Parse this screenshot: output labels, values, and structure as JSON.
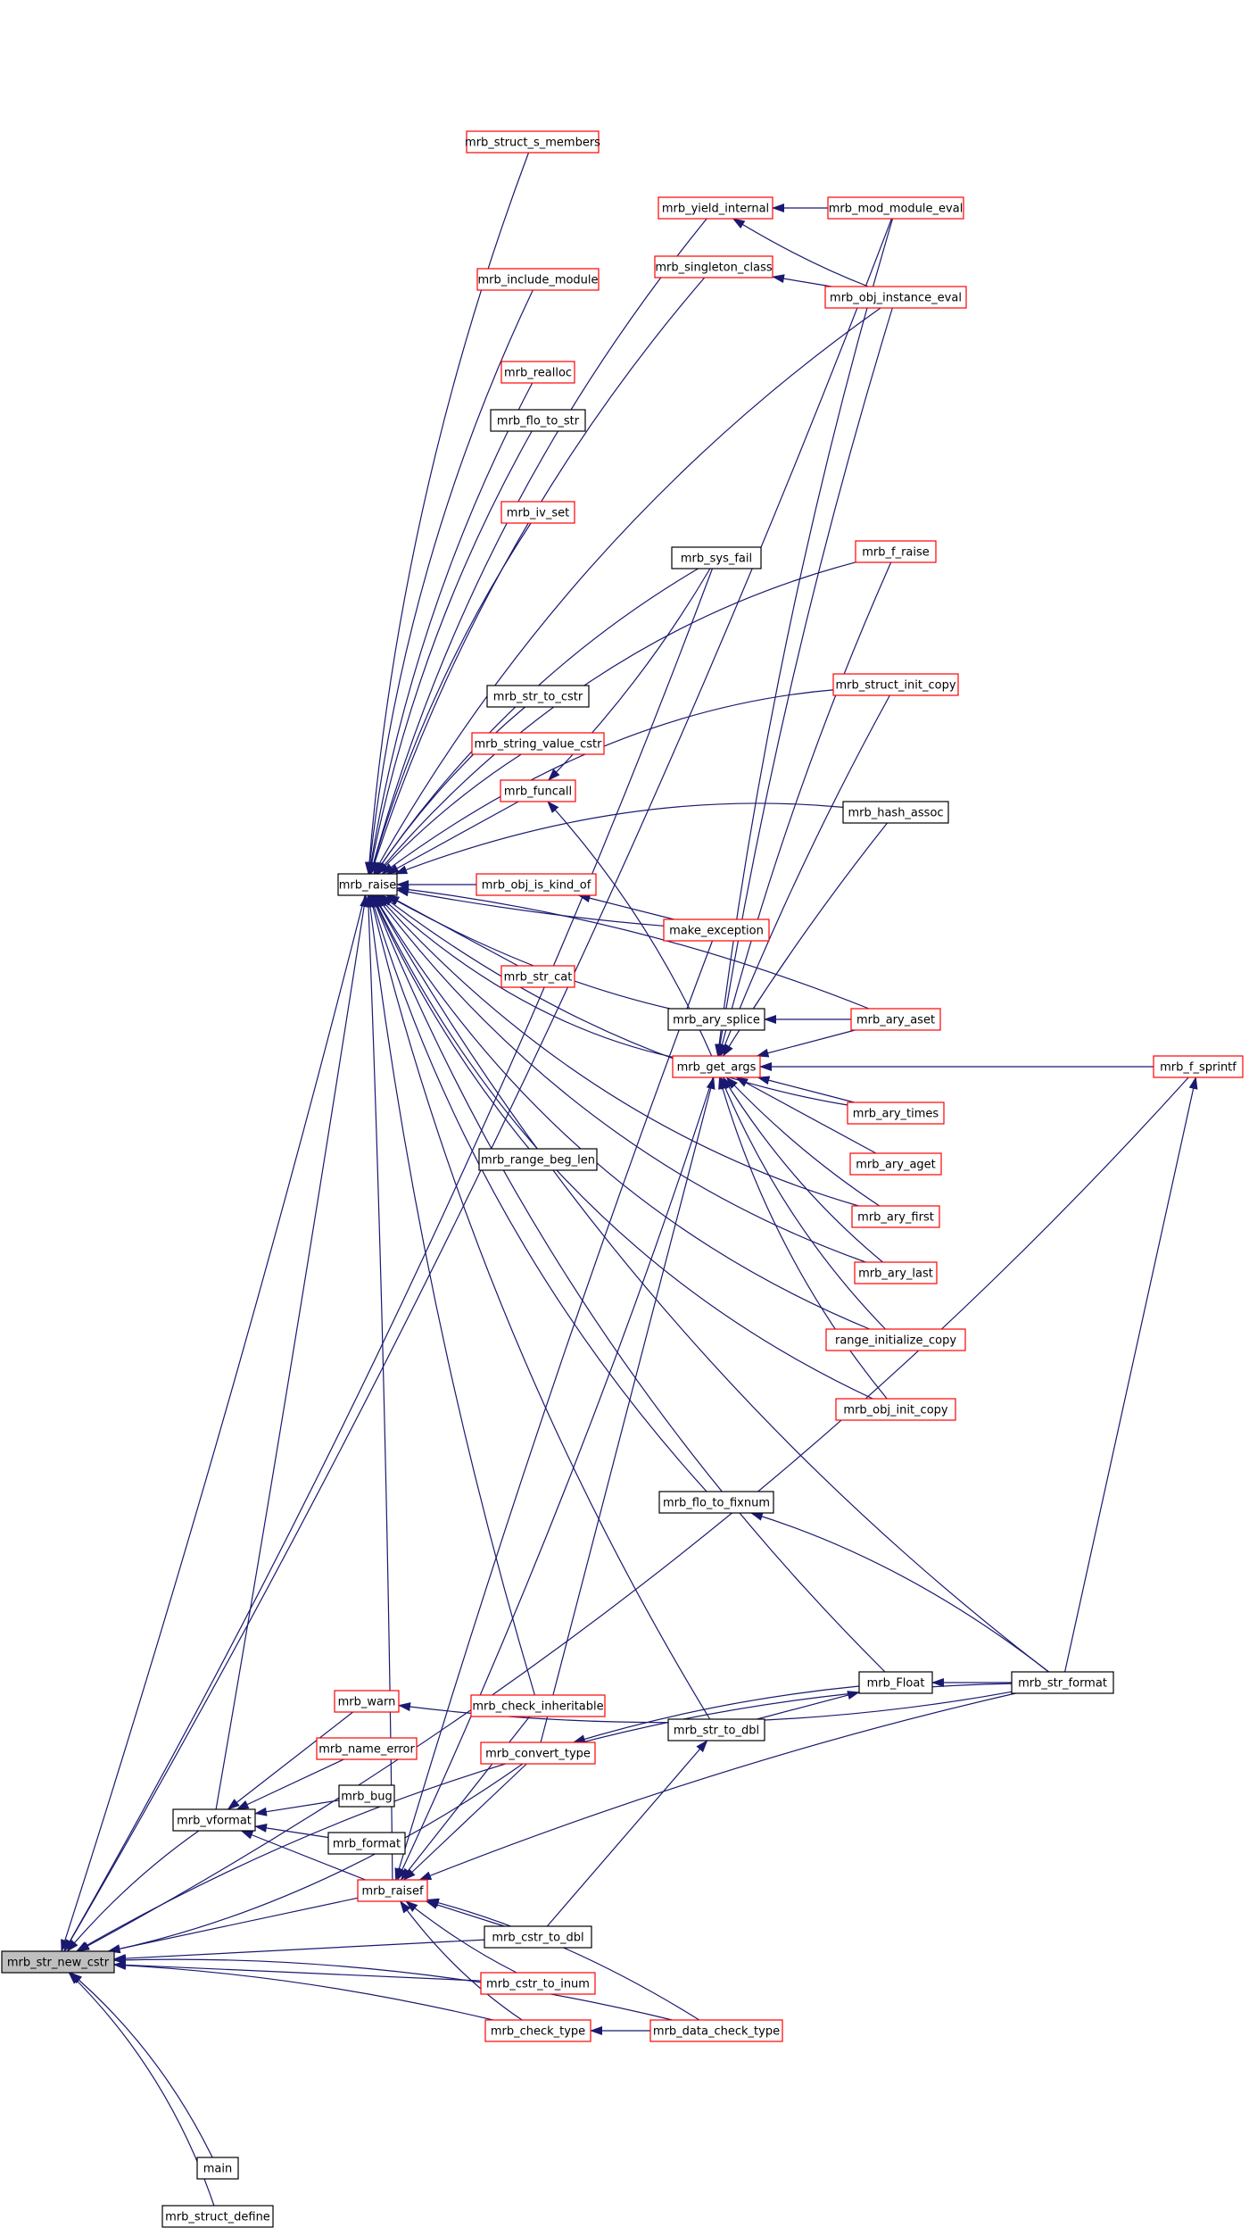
{
  "diagram": {
    "kind": "doxygen caller graph",
    "colors": {
      "edge": "#191970",
      "node_fill": "#ffffff",
      "root_fill": "#bfbfbf",
      "border_link": "#ff0000",
      "border_plain": "#000000",
      "text": "#000000"
    },
    "nodes": [
      {
        "id": "str_new_cstr",
        "label": "mrb_str_new_cstr",
        "style": "root"
      },
      {
        "id": "raise",
        "label": "mrb_raise",
        "style": "plain"
      },
      {
        "id": "vformat",
        "label": "mrb_vformat",
        "style": "plain"
      },
      {
        "id": "raisef",
        "label": "mrb_raisef",
        "style": "red"
      },
      {
        "id": "main",
        "label": "main",
        "style": "plain"
      },
      {
        "id": "struct_define",
        "label": "mrb_struct_define",
        "style": "plain"
      },
      {
        "id": "struct_s_members",
        "label": "mrb_struct_s_members",
        "style": "red"
      },
      {
        "id": "yield_internal",
        "label": "mrb_yield_internal",
        "style": "red"
      },
      {
        "id": "singleton_class",
        "label": "mrb_singleton_class",
        "style": "red"
      },
      {
        "id": "include_module",
        "label": "mrb_include_module",
        "style": "red"
      },
      {
        "id": "realloc",
        "label": "mrb_realloc",
        "style": "red"
      },
      {
        "id": "flo_to_str",
        "label": "mrb_flo_to_str",
        "style": "plain"
      },
      {
        "id": "iv_set",
        "label": "mrb_iv_set",
        "style": "red"
      },
      {
        "id": "sys_fail",
        "label": "mrb_sys_fail",
        "style": "plain"
      },
      {
        "id": "str_to_cstr",
        "label": "mrb_str_to_cstr",
        "style": "plain"
      },
      {
        "id": "string_value_cstr",
        "label": "mrb_string_value_cstr",
        "style": "red"
      },
      {
        "id": "funcall",
        "label": "mrb_funcall",
        "style": "red"
      },
      {
        "id": "obj_is_kind_of",
        "label": "mrb_obj_is_kind_of",
        "style": "red"
      },
      {
        "id": "make_exception",
        "label": "make_exception",
        "style": "red"
      },
      {
        "id": "str_cat",
        "label": "mrb_str_cat",
        "style": "red"
      },
      {
        "id": "ary_splice",
        "label": "mrb_ary_splice",
        "style": "plain"
      },
      {
        "id": "get_args",
        "label": "mrb_get_args",
        "style": "red"
      },
      {
        "id": "range_beg_len",
        "label": "mrb_range_beg_len",
        "style": "plain"
      },
      {
        "id": "flo_to_fixnum",
        "label": "mrb_flo_to_fixnum",
        "style": "plain"
      },
      {
        "id": "mod_module_eval",
        "label": "mrb_mod_module_eval",
        "style": "red"
      },
      {
        "id": "obj_instance_eval",
        "label": "mrb_obj_instance_eval",
        "style": "red"
      },
      {
        "id": "f_raise",
        "label": "mrb_f_raise",
        "style": "red"
      },
      {
        "id": "struct_init_copy",
        "label": "mrb_struct_init_copy",
        "style": "red"
      },
      {
        "id": "hash_assoc",
        "label": "mrb_hash_assoc",
        "style": "plain"
      },
      {
        "id": "ary_aset",
        "label": "mrb_ary_aset",
        "style": "red"
      },
      {
        "id": "ary_times",
        "label": "mrb_ary_times",
        "style": "red"
      },
      {
        "id": "ary_aget",
        "label": "mrb_ary_aget",
        "style": "red"
      },
      {
        "id": "ary_first",
        "label": "mrb_ary_first",
        "style": "red"
      },
      {
        "id": "ary_last",
        "label": "mrb_ary_last",
        "style": "red"
      },
      {
        "id": "range_initialize_copy",
        "label": "range_initialize_copy",
        "style": "red"
      },
      {
        "id": "obj_init_copy",
        "label": "mrb_obj_init_copy",
        "style": "red"
      },
      {
        "id": "f_sprintf",
        "label": "mrb_f_sprintf",
        "style": "red"
      },
      {
        "id": "warn",
        "label": "mrb_warn",
        "style": "red"
      },
      {
        "id": "name_error",
        "label": "mrb_name_error",
        "style": "red"
      },
      {
        "id": "bug",
        "label": "mrb_bug",
        "style": "plain"
      },
      {
        "id": "format",
        "label": "mrb_format",
        "style": "plain"
      },
      {
        "id": "check_inheritable",
        "label": "mrb_check_inheritable",
        "style": "red"
      },
      {
        "id": "convert_type",
        "label": "mrb_convert_type",
        "style": "red"
      },
      {
        "id": "str_to_dbl",
        "label": "mrb_str_to_dbl",
        "style": "plain"
      },
      {
        "id": "Float",
        "label": "mrb_Float",
        "style": "plain"
      },
      {
        "id": "str_format",
        "label": "mrb_str_format",
        "style": "plain"
      },
      {
        "id": "cstr_to_dbl",
        "label": "mrb_cstr_to_dbl",
        "style": "plain"
      },
      {
        "id": "cstr_to_inum",
        "label": "mrb_cstr_to_inum",
        "style": "red"
      },
      {
        "id": "check_type",
        "label": "mrb_check_type",
        "style": "red"
      },
      {
        "id": "data_check_type",
        "label": "mrb_data_check_type",
        "style": "red"
      }
    ],
    "edges": [
      [
        "raise",
        "str_new_cstr"
      ],
      [
        "vformat",
        "str_new_cstr"
      ],
      [
        "raisef",
        "str_new_cstr"
      ],
      [
        "main",
        "str_new_cstr"
      ],
      [
        "struct_define",
        "str_new_cstr"
      ],
      [
        "f_sprintf",
        "str_new_cstr"
      ],
      [
        "mod_module_eval",
        "str_new_cstr"
      ],
      [
        "sys_fail",
        "str_new_cstr"
      ],
      [
        "str_format",
        "str_new_cstr"
      ],
      [
        "cstr_to_dbl",
        "str_new_cstr"
      ],
      [
        "cstr_to_inum",
        "str_new_cstr"
      ],
      [
        "check_type",
        "str_new_cstr"
      ],
      [
        "data_check_type",
        "str_new_cstr"
      ],
      [
        "convert_type",
        "str_new_cstr"
      ],
      [
        "struct_s_members",
        "raise"
      ],
      [
        "yield_internal",
        "raise"
      ],
      [
        "singleton_class",
        "raise"
      ],
      [
        "include_module",
        "raise"
      ],
      [
        "realloc",
        "raise"
      ],
      [
        "flo_to_str",
        "raise"
      ],
      [
        "iv_set",
        "raise"
      ],
      [
        "sys_fail",
        "raise"
      ],
      [
        "str_to_cstr",
        "raise"
      ],
      [
        "string_value_cstr",
        "raise"
      ],
      [
        "funcall",
        "raise"
      ],
      [
        "obj_is_kind_of",
        "raise"
      ],
      [
        "make_exception",
        "raise"
      ],
      [
        "str_cat",
        "raise"
      ],
      [
        "ary_splice",
        "raise"
      ],
      [
        "get_args",
        "raise"
      ],
      [
        "range_beg_len",
        "raise"
      ],
      [
        "flo_to_fixnum",
        "raise"
      ],
      [
        "obj_instance_eval",
        "raise"
      ],
      [
        "f_raise",
        "raise"
      ],
      [
        "struct_init_copy",
        "raise"
      ],
      [
        "hash_assoc",
        "raise"
      ],
      [
        "ary_aset",
        "raise"
      ],
      [
        "ary_times",
        "raise"
      ],
      [
        "ary_first",
        "raise"
      ],
      [
        "ary_last",
        "raise"
      ],
      [
        "range_initialize_copy",
        "raise"
      ],
      [
        "obj_init_copy",
        "raise"
      ],
      [
        "Float",
        "raise"
      ],
      [
        "str_format",
        "raise"
      ],
      [
        "str_to_dbl",
        "raise"
      ],
      [
        "check_inheritable",
        "raise"
      ],
      [
        "vformat",
        "raise"
      ],
      [
        "raisef",
        "raise"
      ],
      [
        "mod_module_eval",
        "yield_internal"
      ],
      [
        "obj_instance_eval",
        "yield_internal"
      ],
      [
        "obj_instance_eval",
        "singleton_class"
      ],
      [
        "sys_fail",
        "funcall"
      ],
      [
        "get_args",
        "funcall"
      ],
      [
        "make_exception",
        "obj_is_kind_of"
      ],
      [
        "ary_aset",
        "ary_splice"
      ],
      [
        "mod_module_eval",
        "get_args"
      ],
      [
        "obj_instance_eval",
        "get_args"
      ],
      [
        "f_raise",
        "get_args"
      ],
      [
        "struct_init_copy",
        "get_args"
      ],
      [
        "hash_assoc",
        "get_args"
      ],
      [
        "ary_aset",
        "get_args"
      ],
      [
        "f_sprintf",
        "get_args"
      ],
      [
        "ary_times",
        "get_args"
      ],
      [
        "ary_aget",
        "get_args"
      ],
      [
        "ary_first",
        "get_args"
      ],
      [
        "ary_last",
        "get_args"
      ],
      [
        "range_initialize_copy",
        "get_args"
      ],
      [
        "obj_init_copy",
        "get_args"
      ],
      [
        "convert_type",
        "get_args"
      ],
      [
        "str_format",
        "f_sprintf"
      ],
      [
        "str_format",
        "flo_to_fixnum"
      ],
      [
        "str_format",
        "Float"
      ],
      [
        "str_to_dbl",
        "Float"
      ],
      [
        "cstr_to_dbl",
        "str_to_dbl"
      ],
      [
        "warn",
        "vformat"
      ],
      [
        "name_error",
        "vformat"
      ],
      [
        "bug",
        "vformat"
      ],
      [
        "format",
        "vformat"
      ],
      [
        "raisef",
        "vformat"
      ],
      [
        "str_format",
        "warn"
      ],
      [
        "cstr_to_dbl",
        "raisef"
      ],
      [
        "cstr_to_inum",
        "raisef"
      ],
      [
        "check_type",
        "raisef"
      ],
      [
        "data_check_type",
        "raisef"
      ],
      [
        "str_format",
        "raisef"
      ],
      [
        "check_inheritable",
        "raisef"
      ],
      [
        "convert_type",
        "raisef"
      ],
      [
        "get_args",
        "raisef"
      ],
      [
        "make_exception",
        "raisef"
      ],
      [
        "Float",
        "convert_type"
      ],
      [
        "data_check_type",
        "check_type"
      ]
    ]
  }
}
